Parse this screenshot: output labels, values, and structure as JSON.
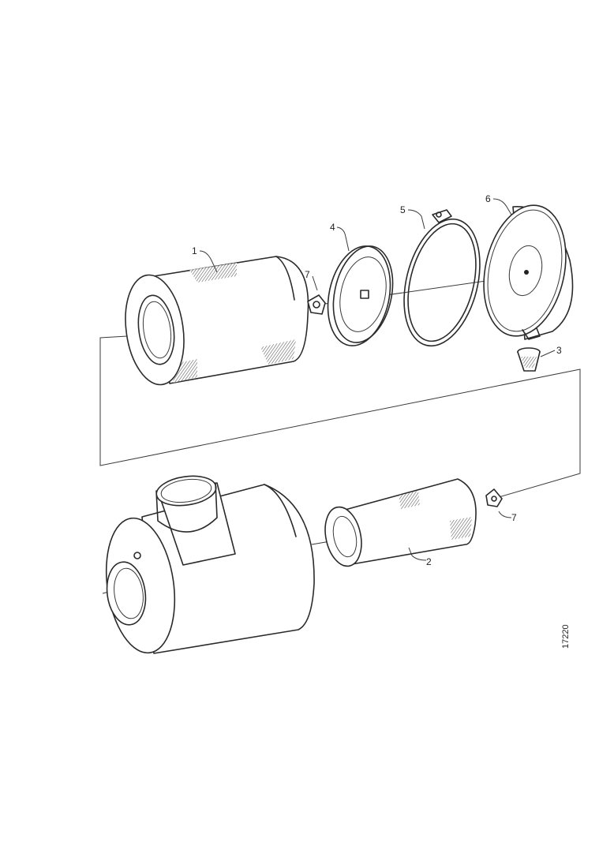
{
  "callouts": [
    "1",
    "2",
    "3",
    "4",
    "5",
    "6",
    "7",
    "7"
  ],
  "drawing_ref": "17220"
}
